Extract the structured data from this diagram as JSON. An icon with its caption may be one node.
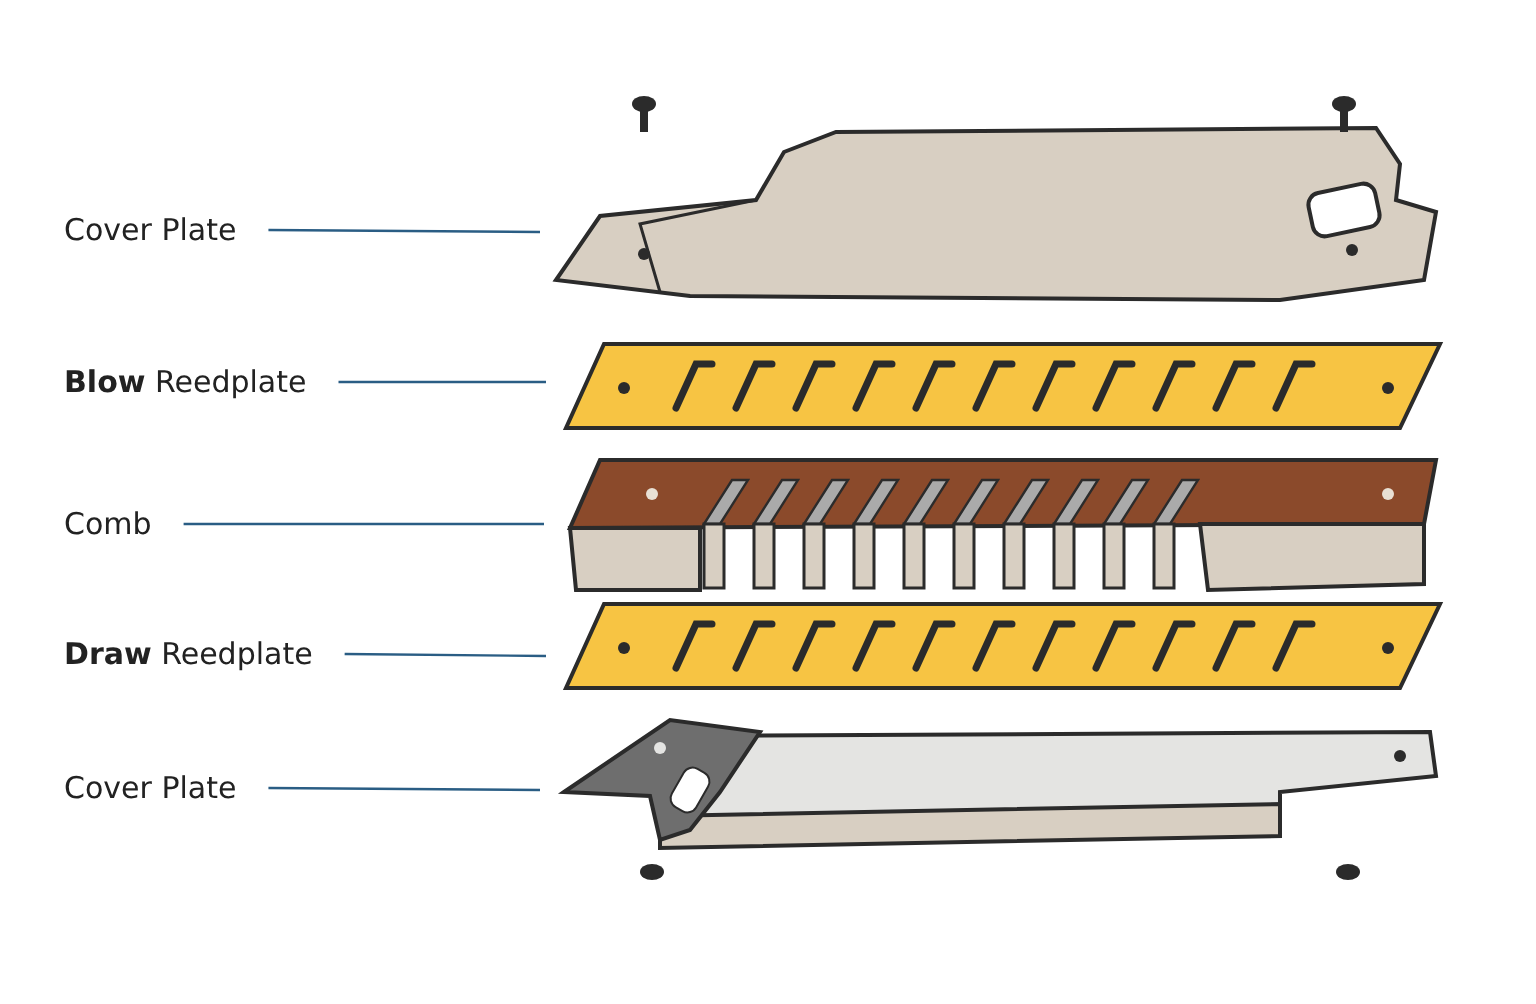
{
  "diagram": {
    "nodes": [
      {
        "text": [
          "Cover Plate"
        ]
      },
      {
        "text": [],
        "shape": "picture"
      },
      {
        "text": [
          "**Blow** Reedplate"
        ]
      },
      {
        "text": [],
        "shape": "picture"
      },
      {
        "text": [
          "Comb"
        ]
      },
      {
        "text": [],
        "shape": "picture"
      },
      {
        "text": [
          "**Draw** Reedplate"
        ]
      },
      {
        "text": [],
        "shape": "picture"
      },
      {
        "text": [
          "Cover Plate"
        ]
      },
      {
        "text": [],
        "shape": "picture"
      }
    ],
    "edges": [
      {
        "from": 0,
        "to": 1,
        "arrow": "none"
      },
      {
        "from": 2,
        "to": 3,
        "arrow": "none"
      },
      {
        "from": 4,
        "to": 5,
        "arrow": "none"
      },
      {
        "from": 6,
        "to": 7,
        "arrow": "none"
      },
      {
        "from": 8,
        "to": 9,
        "arrow": "none"
      }
    ]
  }
}
